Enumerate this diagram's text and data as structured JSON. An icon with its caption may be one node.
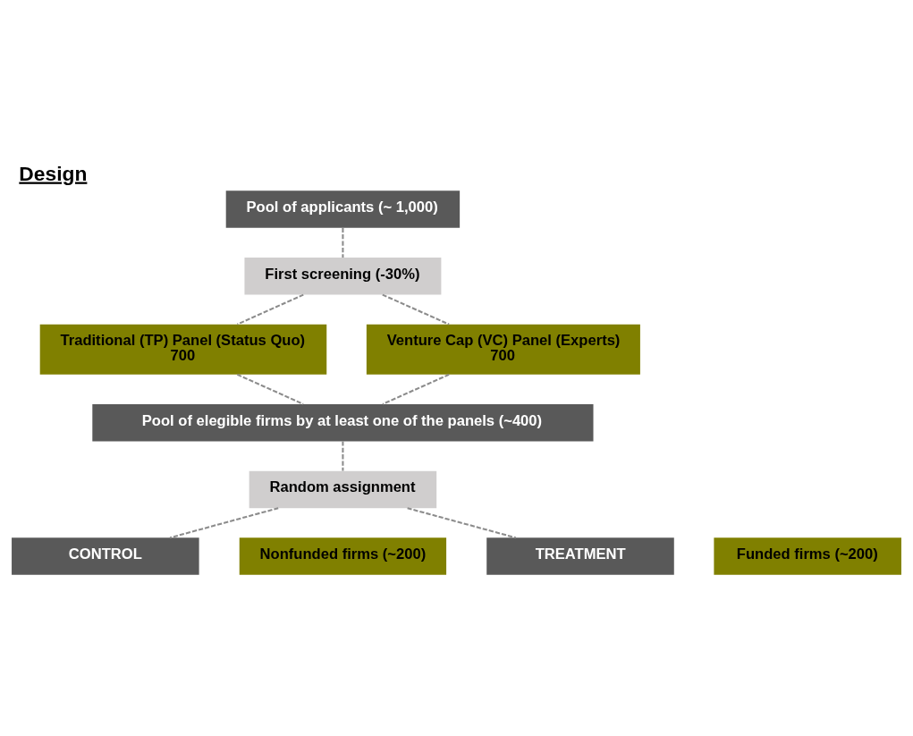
{
  "diagram": {
    "title": "Design",
    "nodes": [
      {
        "text": [
          "Pool of applicants (~ 1,000)"
        ]
      },
      {
        "text": [
          "First screening (-30%)"
        ]
      },
      {
        "text": [
          "Traditional (TP) Panel (Status Quo)",
          "700"
        ]
      },
      {
        "text": [
          "Venture Cap (VC) Panel (Experts)",
          "700"
        ]
      },
      {
        "text": [
          "Pool of elegible firms by at least one of the panels (~400)"
        ]
      },
      {
        "text": [
          "Random assignment"
        ]
      },
      {
        "text": [
          "CONTROL"
        ]
      },
      {
        "text": [
          "Nonfunded firms (~200)"
        ]
      },
      {
        "text": [
          "TREATMENT"
        ]
      },
      {
        "text": [
          "Funded firms (~200)"
        ]
      }
    ],
    "edges": [
      {
        "from": 0,
        "to": 1,
        "arrow": "none",
        "style": "dashed"
      },
      {
        "from": 1,
        "to": 2,
        "arrow": "none",
        "style": "dashed"
      },
      {
        "from": 1,
        "to": 3,
        "arrow": "none",
        "style": "dashed"
      },
      {
        "from": 2,
        "to": 4,
        "arrow": "none",
        "style": "dashed"
      },
      {
        "from": 3,
        "to": 4,
        "arrow": "none",
        "style": "dashed"
      },
      {
        "from": 4,
        "to": 5,
        "arrow": "none",
        "style": "dashed"
      },
      {
        "from": 5,
        "to": 6,
        "arrow": "none",
        "style": "dashed"
      },
      {
        "from": 5,
        "to": 8,
        "arrow": "none",
        "style": "dashed"
      }
    ]
  }
}
